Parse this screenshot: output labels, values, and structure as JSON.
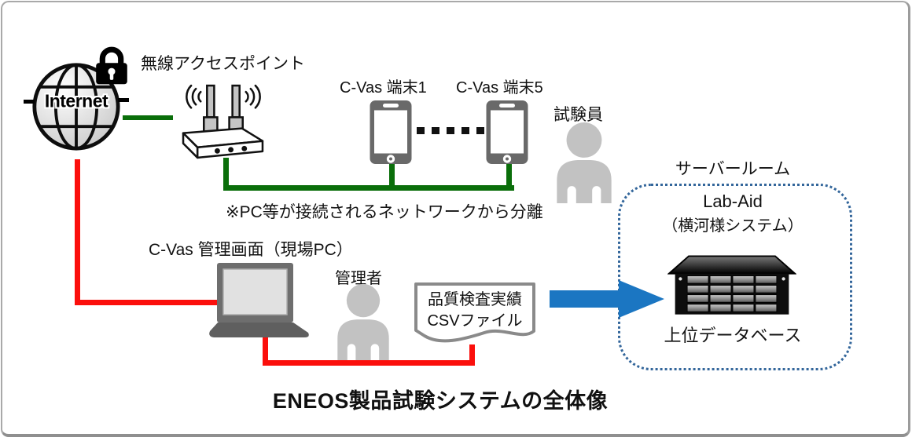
{
  "caption": {
    "text": "ENEOS製品試験システムの全体像"
  },
  "internet": {
    "label": "Internet"
  },
  "wireless_ap": {
    "label": "無線アクセスポイント"
  },
  "terminals": {
    "terminal1_label": "C-Vas 端末1",
    "terminal5_label": "C-Vas 端末5"
  },
  "tester": {
    "label": "試験員"
  },
  "network_note": {
    "text": "※PC等が接続されるネットワークから分離"
  },
  "management_pc": {
    "label": "C-Vas 管理画面（現場PC）"
  },
  "admin": {
    "label": "管理者"
  },
  "csv_file": {
    "line1": "品質検査実績",
    "line2": "CSVファイル"
  },
  "server_room": {
    "label": "サーバールーム",
    "system_name": "Lab-Aid",
    "system_owner": "（横河様システム）",
    "database_label": "上位データベース"
  },
  "colors": {
    "secure_line_green": "#0a6e0a",
    "internet_line_red": "#fb0f0c",
    "transfer_arrow_blue": "#1b76c2",
    "server_room_border_blue": "#33669b"
  }
}
